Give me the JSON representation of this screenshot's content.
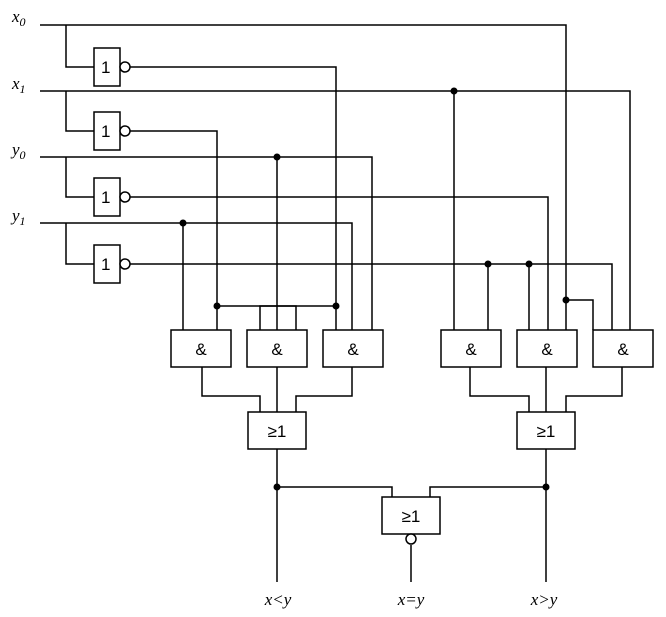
{
  "inputs": [
    {
      "base": "x",
      "sub": "0"
    },
    {
      "base": "x",
      "sub": "1"
    },
    {
      "base": "y",
      "sub": "0"
    },
    {
      "base": "y",
      "sub": "1"
    }
  ],
  "gates": {
    "not_symbol": "1",
    "and_symbol": "&",
    "or_symbol": "≥1",
    "nor_symbol": "≥1"
  },
  "outputs": {
    "less": "x<y",
    "equal": "x=y",
    "greater": "x>y"
  }
}
